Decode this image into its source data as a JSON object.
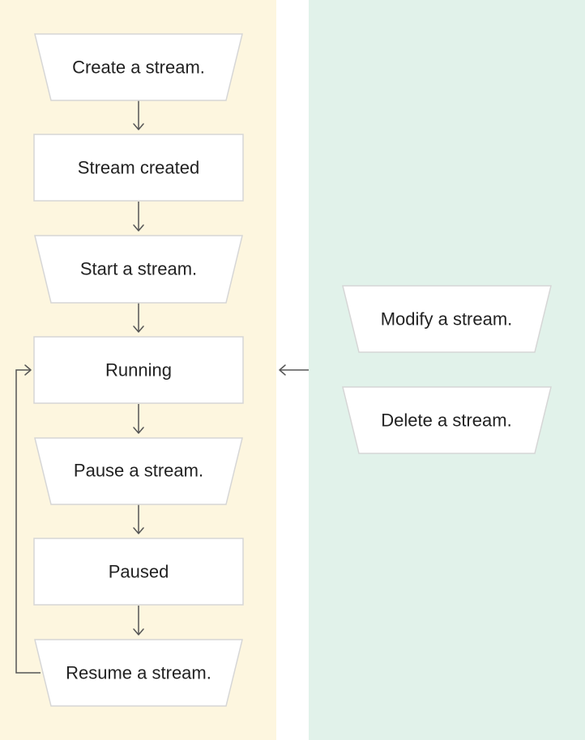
{
  "nodes": {
    "create": "Create a stream.",
    "created": "Stream created",
    "start": "Start a stream.",
    "running": "Running",
    "pause": "Pause a stream.",
    "paused": "Paused",
    "resume": "Resume a stream.",
    "modify": "Modify a stream.",
    "delete": "Delete a stream."
  },
  "colors": {
    "lifecycle_lane": "#fdf6df",
    "management_lane": "#e1f2ea",
    "node_fill": "#ffffff",
    "node_border": "#d6d6d6",
    "connector": "#555555"
  }
}
